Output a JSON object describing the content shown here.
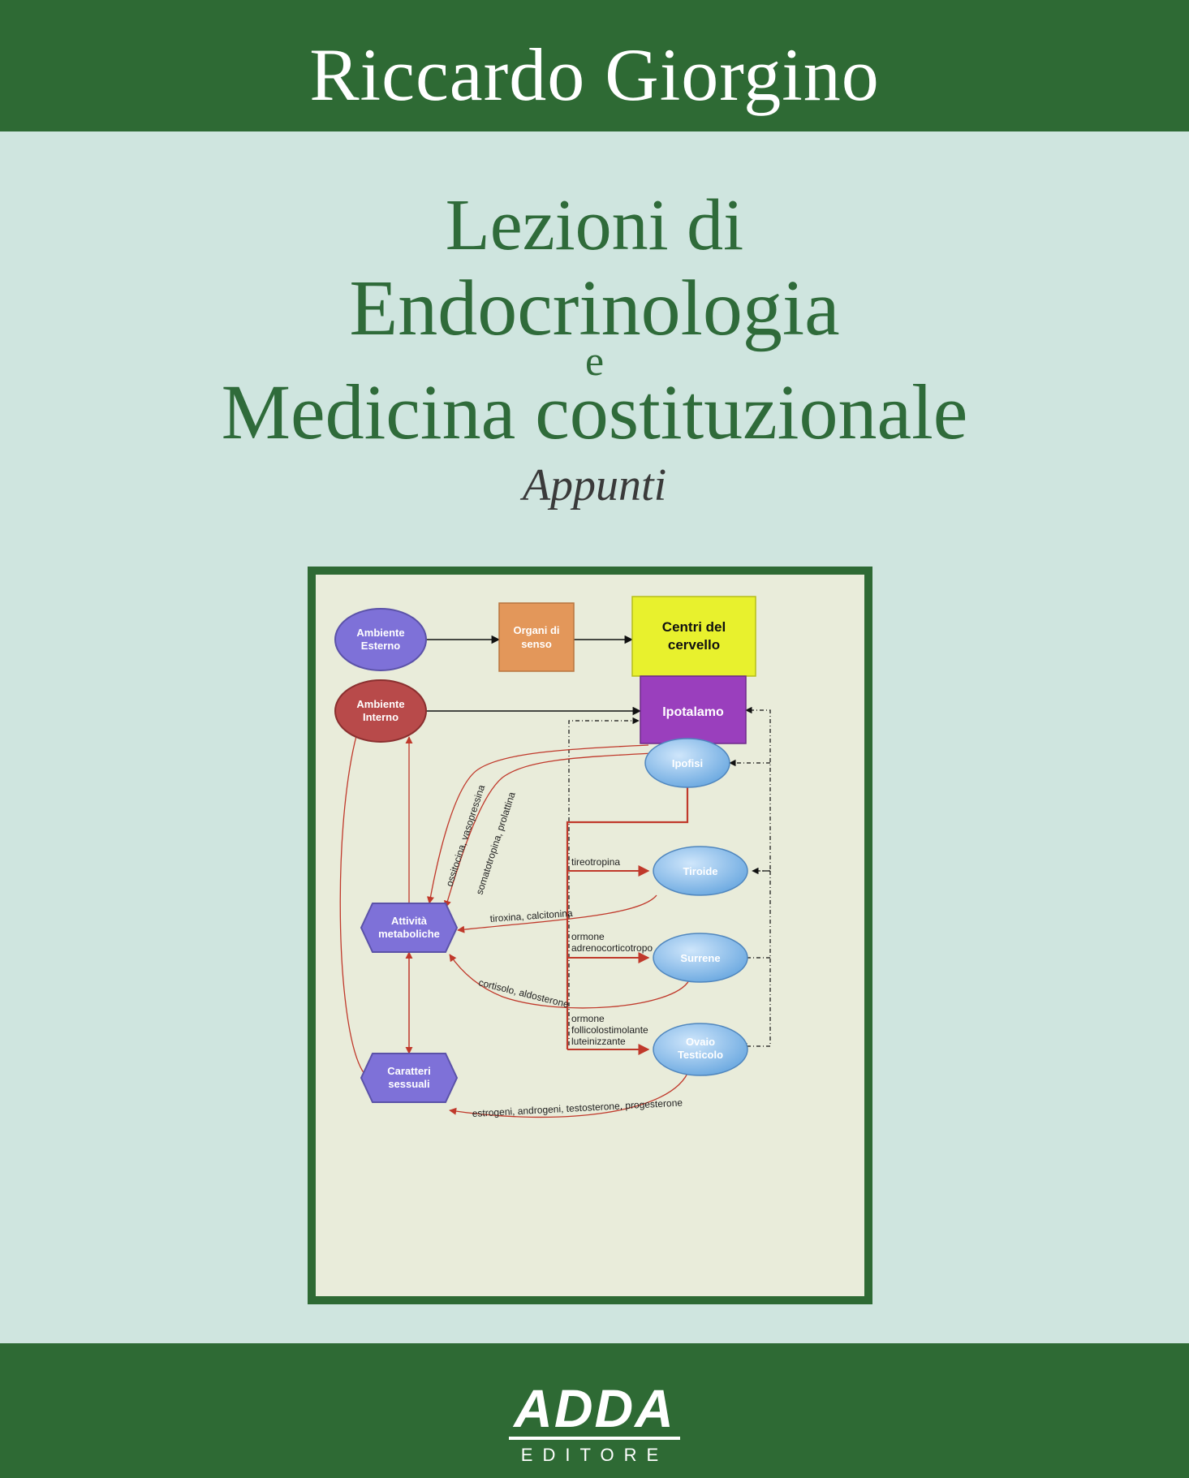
{
  "cover": {
    "author": "Riccardo Giorgino",
    "title_line1": "Lezioni di",
    "title_line2": "Endocrinologia",
    "title_line3": "e",
    "title_line4": "Medicina costituzionale",
    "subtitle": "Appunti",
    "publisher_logo": "ADDA",
    "publisher_sub": "EDITORE"
  },
  "colors": {
    "band_green": "#2e6a34",
    "panel_bg": "#cfe5df",
    "title_green": "#2f6b3a",
    "diagram_bg": "#e9ecda"
  },
  "diagram": {
    "nodes": {
      "ambiente_esterno": [
        "Ambiente",
        "Esterno"
      ],
      "organi_di_senso": [
        "Organi di",
        "senso"
      ],
      "centri_del_cervello": [
        "Centri del",
        "cervello"
      ],
      "ambiente_interno": [
        "Ambiente",
        "Interno"
      ],
      "ipotalamo": "Ipotalamo",
      "ipofisi": "Ipofisi",
      "tiroide": "Tiroide",
      "surrene": "Surrene",
      "ovaio_testicolo": [
        "Ovaio",
        "Testicolo"
      ],
      "attivita_metaboliche": [
        "Attività",
        "metaboliche"
      ],
      "caratteri_sessuali": [
        "Caratteri",
        "sessuali"
      ]
    },
    "edge_labels": {
      "ossitocina": "ossitocina, vasopressina",
      "somatotropina": "somatotropina, prolattina",
      "tireotropina": "tireotropina",
      "tiroxina": "tiroxina, calcitonina",
      "acth": [
        "ormone",
        "adrenocorticotropo"
      ],
      "cortisolo": "cortisolo, aldosterone",
      "fsh_lh": [
        "ormone",
        "follicolostimolante",
        "luteinizzante"
      ],
      "estrogeni": "estrogeni, androgeni, testosterone, progesterone"
    }
  }
}
